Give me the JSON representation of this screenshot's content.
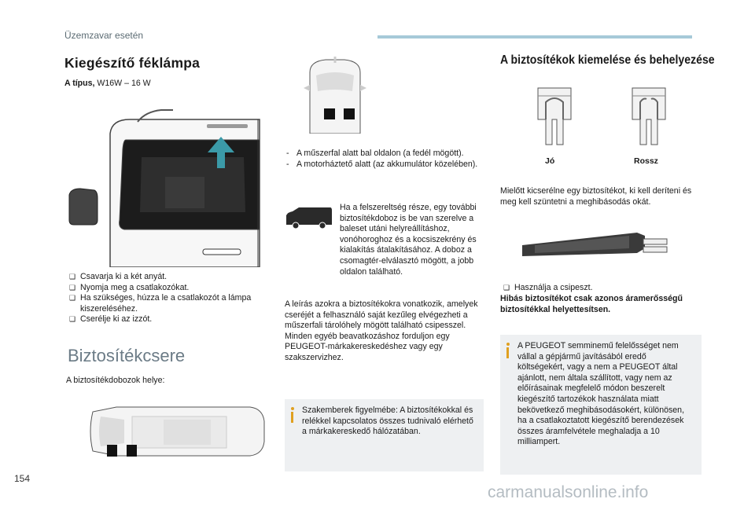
{
  "header": {
    "section": "Üzemzavar esetén"
  },
  "page_number": "154",
  "left": {
    "title": "Kiegészítő féklámpa",
    "type_label": "A típus,",
    "type_value": " W16W – 16 W",
    "steps": [
      "Csavarja ki a két anyát.",
      "Nyomja meg a csatlakozókat.",
      "Ha szükséges, húzza le a csatlakozót a lámpa kiszereléséhez.",
      "Cserélje ki az izzót."
    ],
    "subtitle": "Biztosítékcsere",
    "fusebox_intro": "A biztosítékdobozok helye:"
  },
  "middle": {
    "locations": [
      "A műszerfal alatt bal oldalon (a fedél mögött).",
      "A motorháztető alatt (az akkumulátor közelében)."
    ],
    "van_note": "Ha a felszereltség része, egy további biztosítékdoboz is be van szerelve a baleset utáni helyreállításhoz, vonóhoroghoz és a kocsiszekrény és kialakítás átalakításához. A doboz a csomagtér-elválasztó mögött, a jobb oldalon található.",
    "paragraph": "A leírás azokra a biztosítékokra vonatkozik, amelyek cseréjét a felhasználó saját kezűleg elvégezheti a műszerfali tárolóhely mögött található csipesszel. Minden egyéb beavatkozáshoz forduljon egy PEUGEOT-márkakereskedéshez vagy egy szakszervizhez.",
    "info_box": "Szakemberek figyelmébe: A biztosítékokkal és relékkel kapcsolatos összes tudnivaló elérhető a márkakereskedő hálózatában."
  },
  "right": {
    "title": "A biztosítékok kiemelése és behelyezése",
    "fuse_good_label": "Jó",
    "fuse_bad_label": "Rossz",
    "check_text": "Mielőtt kicserélne egy biztosítékot, ki kell deríteni és meg kell szüntetni a meghibásodás okát.",
    "tweezers_step": "Használja a csipeszt.",
    "bold_warning": "Hibás biztosítékot csak azonos áramerősségű biztosítékkal helyettesítsen.",
    "info_box": "A PEUGEOT semminemű felelősséget nem vállal a gépjármű javításából eredő költségekért, vagy a nem a PEUGEOT által ajánlott, nem általa szállított, vagy nem az előírásainak megfelelő módon beszerelt kiegészítő tartozékok használata miatt bekövetkező meghibásodásokért, különösen, ha a csatlakoztatott kiegészítő berendezések összes áramfelvétele meghaladja a 10 milliampert."
  },
  "watermark": "carmanualsonline.info",
  "icons": {
    "bullet": "checkbox-bullet-icon",
    "info": "info-icon",
    "dash": "-"
  }
}
